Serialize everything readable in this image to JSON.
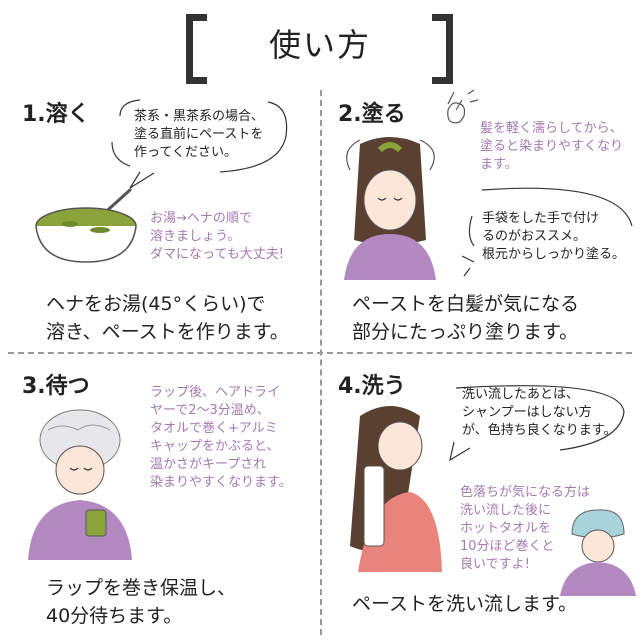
{
  "header": {
    "title": "使い方"
  },
  "steps": [
    {
      "heading": "1.溶く",
      "bubble": [
        "茶系・黒茶系の場合、",
        "塗る直前にペーストを",
        "作ってください。"
      ],
      "tip": [
        "お湯→ヘナの順で",
        "溶きましょう。",
        "ダマになっても大丈夫!"
      ],
      "main": [
        "ヘナをお湯(45°くらい)で",
        "溶き、ペーストを作ります。"
      ]
    },
    {
      "heading": "2.塗る",
      "tip": [
        "髪を軽く濡らしてから、",
        "塗ると染まりやすくなり",
        "ます。"
      ],
      "bubble": [
        "手袋をした手で付け",
        "るのがおススメ。",
        "根元からしっかり塗る。"
      ],
      "main": [
        "ペーストを白髪が気になる",
        "部分にたっぷり塗ります。"
      ]
    },
    {
      "heading": "3.待つ",
      "tip": [
        "ラップ後、ヘアドライ",
        "ヤーで2〜3分温め、",
        "タオルで巻く+アルミ",
        "キャップをかぶると、",
        "温かさがキープされ",
        "染まりやすくなります。"
      ],
      "main": [
        "ラップを巻き保温し、",
        "40分待ちます。"
      ]
    },
    {
      "heading": "4.洗う",
      "bubble": [
        "洗い流したあとは、",
        "シャンプーはしない方",
        "が、色持ち良くなります。"
      ],
      "tip": [
        "色落ちが気になる方は",
        "洗い流した後に",
        "ホットタオルを",
        "10分ほど巻くと",
        "良いですよ!"
      ],
      "main": [
        "ペーストを洗い流します。"
      ]
    }
  ],
  "colors": {
    "accent": "#a67ab1",
    "paste": "#8aa33a",
    "dress": "#b389c2",
    "hair": "#5a4030",
    "skin": "#fbe6d8"
  }
}
